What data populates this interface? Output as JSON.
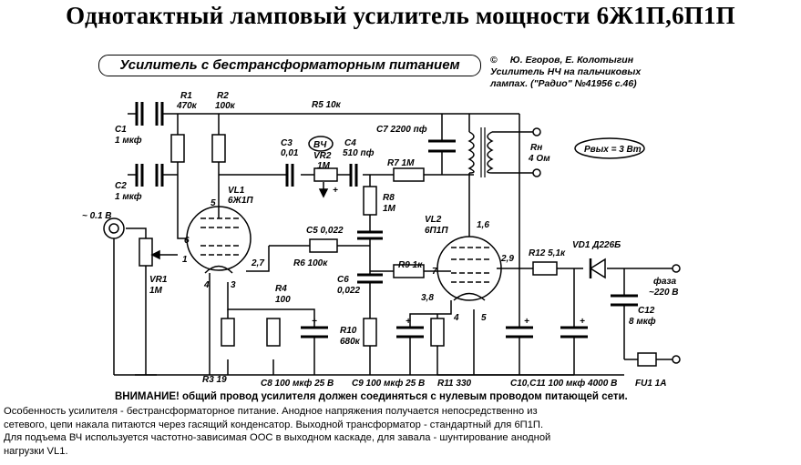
{
  "title": "Однотактный ламповый усилитель мощности 6Ж1П,6П1П",
  "subtitle": "Усилитель с бестрансформаторным питанием",
  "credit": {
    "symbol": "©",
    "authors": "Ю. Егоров, Е. Колотыгин",
    "line2": "Усилитель НЧ на пальчиковых",
    "line3": "лампах. (\"Радио\" №41956 с.46)"
  },
  "labels": {
    "r1": "R1",
    "r1v": "470к",
    "r2": "R2",
    "r2v": "100к",
    "r5": "R5 10к",
    "c1": "C1",
    "c1v": "1 мкф",
    "c2": "C2",
    "c2v": "1 мкф",
    "c3": "C3",
    "c3v": "0,01",
    "vch": "ВЧ",
    "vr2": "VR2",
    "vr2v": "1M",
    "c4": "C4",
    "c4v": "510 пф",
    "c7": "C7  2200 пф",
    "rn": "Rн",
    "rnv": "4 Ом",
    "pout": "Pвых = 3 Вт",
    "vl1": "VL1",
    "vl1v": "6Ж1П",
    "r7": "R7  1М",
    "r8": "R8",
    "r8v": "1М",
    "in_level": "~ 0.1 В",
    "c5": "C5  0,022",
    "vl2": "VL2",
    "vl2v": "6П1П",
    "pin16": "1,6",
    "pin5": "5",
    "pin6": "6",
    "pin1": "1",
    "r6": "R6  100к",
    "pin27": "2,7",
    "pin29": "2,9",
    "r12": "R12  5,1к",
    "vd1": "VD1 Д226Б",
    "vr1": "VR1",
    "vr1v": "1M",
    "pin4a": "4",
    "pin3": "3",
    "c6": "C6",
    "c6v": "0,022",
    "r9": "R9  1к",
    "pin7": "7",
    "faza": "фаза",
    "mains": "~220 В",
    "r4": "R4",
    "r4v": "100",
    "pin38": "3,8",
    "c12": "C12",
    "c12v": "8 мкф",
    "r10": "R10",
    "r10v": "680к",
    "pin4b": "4",
    "pin5b": "5",
    "r3": "R3   19",
    "c8": "C8  100 мкф 25 В",
    "c9": "C9 100 мкф 25 В",
    "r11": "R11  330",
    "c1011": "C10,C11 100 мкф 4000 В",
    "fu1": "FU1 1А",
    "plus": "+"
  },
  "warning": "ВНИМАНИЕ! общий провод усилителя должен соединяться с нулевым проводом питающей сети.",
  "note": [
    "Особенность усилителя - бестрансформаторное питание. Анодное напряжения получается непосредственно из",
    "сетевого, цепи накала питаются через гасящий конденсатор. Выходной трансформатор - стандартный для 6П1П.",
    "Для подъема ВЧ используется частотно-зависимая ООС в выходном каскаде, для завала - шунтирование анодной",
    "нагрузки VL1."
  ]
}
